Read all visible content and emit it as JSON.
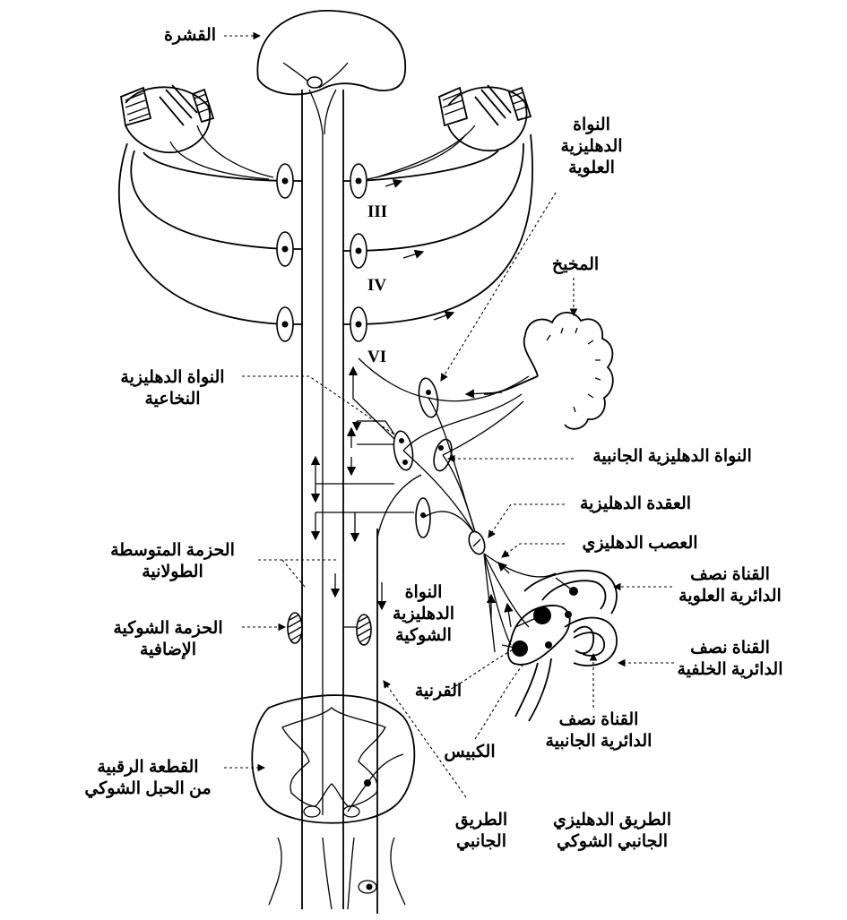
{
  "labels": {
    "cortex": "القشرة",
    "superior_vestibular_nucleus": [
      "النواة",
      "الدهليزية",
      "العلوية"
    ],
    "cerebellum": "المخيخ",
    "medullary_vestibular_nucleus": [
      "النواة الدهليزية",
      "النخاعية"
    ],
    "lateral_vestibular_nucleus": "النواة الدهليزية الجانبية",
    "vestibular_ganglion": "العقدة الدهليزية",
    "vestibular_nerve": "العصب الدهليزي",
    "superior_semicircular_canal": [
      "القناة نصف",
      "الدائرية العلوية"
    ],
    "posterior_semicircular_canal": [
      "القناة نصف",
      "الدائرية الخلفية"
    ],
    "lateral_semicircular_canal": [
      "القناة نصف",
      "الدائرية الجانبية"
    ],
    "medial_longitudinal_fasciculus": [
      "الحزمة المتوسطة",
      "الطولانية"
    ],
    "spinal_vestibular_nucleus": [
      "النواة",
      "الدهليزية",
      "الشوكية"
    ],
    "accessory_spinal_bundle": [
      "الحزمة الشوكية",
      "الإضافية"
    ],
    "cornea": "القرنية",
    "saccule": "الكبيس",
    "cervical_segment": [
      "القطعة الرقبية",
      "من الحبل الشوكي"
    ],
    "lateral_tract": [
      "الطريق",
      "الجانبي"
    ],
    "vestibulospinal_tract": [
      "الطريق الدهليزي",
      "الجانبي الشوكي"
    ]
  },
  "nerve_labels": {
    "III": "III",
    "IV": "IV",
    "VI": "VI"
  }
}
